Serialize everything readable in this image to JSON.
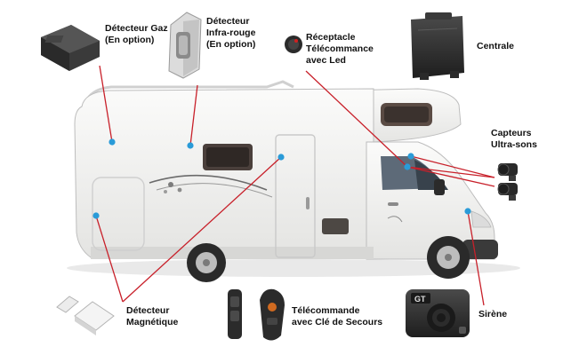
{
  "labels": {
    "gas": {
      "line1": "Détecteur Gaz",
      "line2": "(En option)"
    },
    "infrared": {
      "line1": "Détecteur",
      "line2": "Infra-rouge",
      "line3": "(En option)"
    },
    "receptacle": {
      "line1": "Réceptacle",
      "line2": "Télécommance",
      "line3": "avec Led"
    },
    "central": {
      "line1": "Centrale"
    },
    "ultrasound": {
      "line1": "Capteurs",
      "line2": "Ultra-sons"
    },
    "magnetic": {
      "line1": "Détecteur",
      "line2": "Magnétique"
    },
    "remote": {
      "line1": "Télécommande",
      "line2": "avec Clé de Secours"
    },
    "siren": {
      "line1": "Sirène"
    }
  },
  "colors": {
    "leader_line": "#c8202a",
    "marker_dot": "#2a9bd8",
    "camper_body": "#f1f1ef",
    "device_dark": "#2b2b2b"
  },
  "icons": {
    "gas_detector": "gas-detector-device-icon",
    "infrared_detector": "infrared-detector-device-icon",
    "receptacle": "receptacle-led-icon",
    "central_unit": "central-unit-icon",
    "ultrasound_sensors": "ultrasound-sensor-icon",
    "magnetic_detector": "magnetic-detector-icon",
    "remote": "remote-control-icon",
    "siren": "siren-icon",
    "vehicle": "camper-van-image"
  }
}
